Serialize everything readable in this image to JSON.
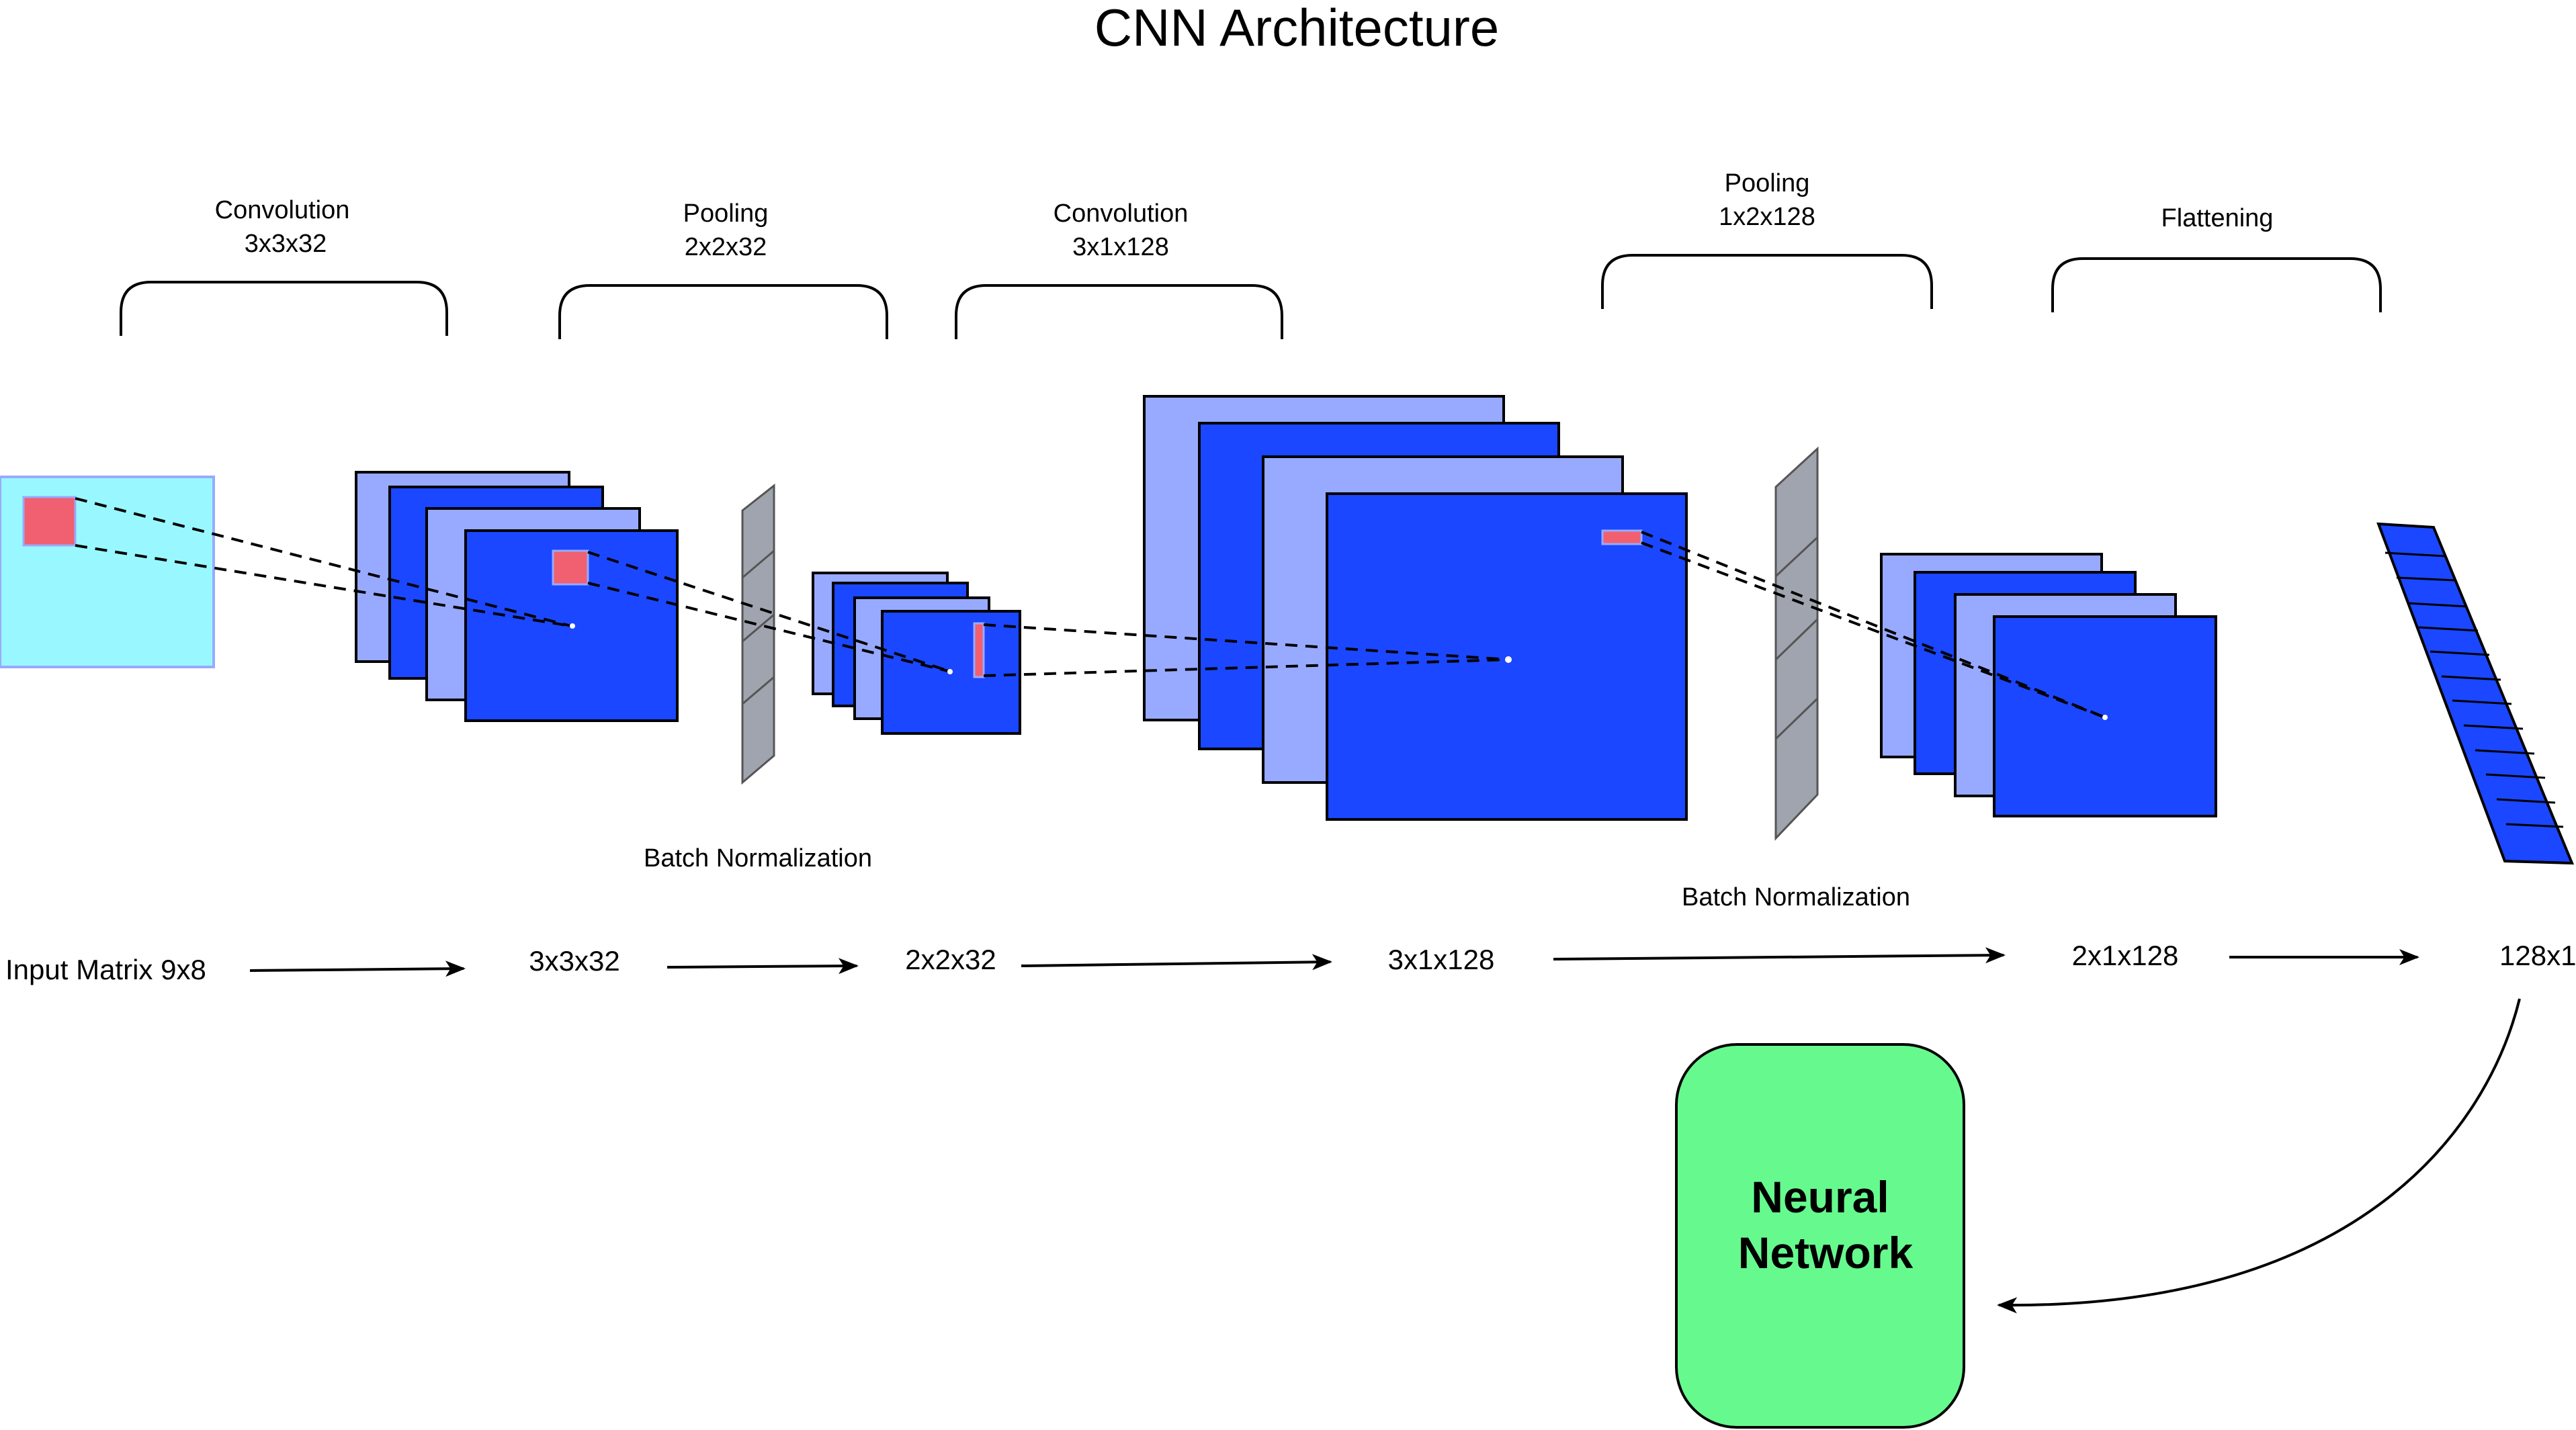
{
  "title": "CNN Architecture",
  "stages": [
    {
      "name": "Convolution",
      "dims": "3x3x32"
    },
    {
      "name": "Pooling",
      "dims": "2x2x32"
    },
    {
      "name": "Convolution",
      "dims": "3x1x128"
    },
    {
      "name": "Pooling",
      "dims": "1x2x128"
    },
    {
      "name": "Flattening",
      "dims": ""
    }
  ],
  "batch_norm": [
    "Batch Normalization",
    "Batch Normalization"
  ],
  "flow": [
    "Input Matrix 9x8",
    "3x3x32",
    "2x2x32",
    "3x1x128",
    "2x1x128",
    "128x1"
  ],
  "output": {
    "line1": "Neural",
    "line2": "Network"
  },
  "colors": {
    "input": "#99f8ff",
    "feature_dark": "#1a47ff",
    "feature_light": "#98aaff",
    "kernel": "#f06070",
    "batchnorm": "#a0a4ae",
    "network": "#66fa8e"
  }
}
